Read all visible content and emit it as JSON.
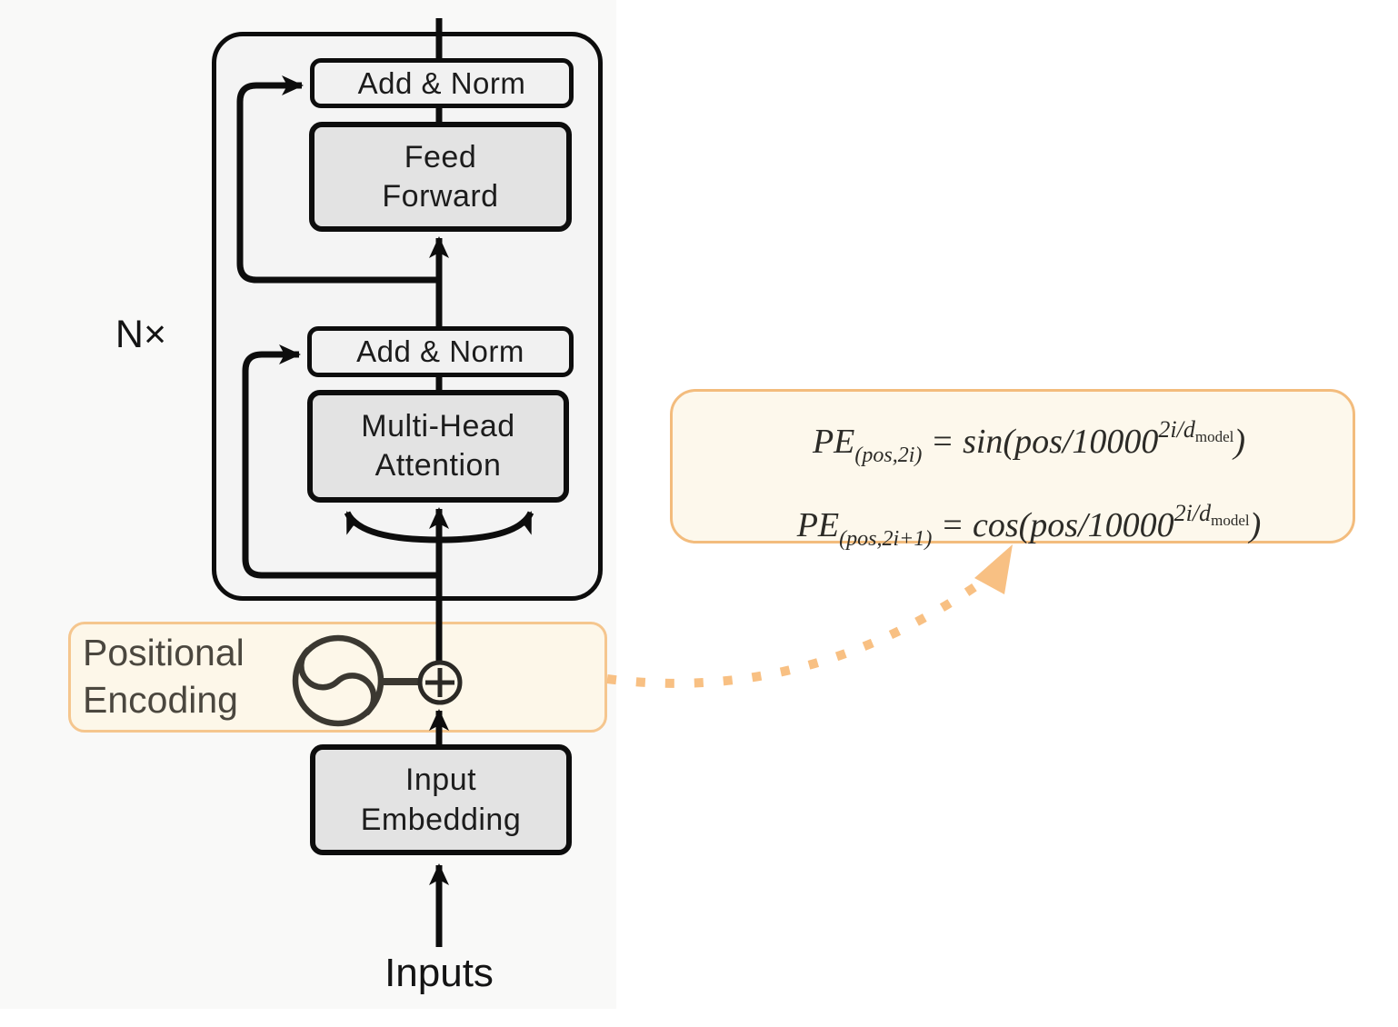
{
  "figure": {
    "repeat_label": "N×",
    "encoder": {
      "add_norm_top": "Add & Norm",
      "feed_forward": [
        "Feed",
        "Forward"
      ],
      "add_norm_bottom": "Add & Norm",
      "multi_head_attention": [
        "Multi-Head",
        "Attention"
      ]
    },
    "positional_encoding_label": [
      "Positional",
      "Encoding"
    ],
    "input_embedding": [
      "Input",
      "Embedding"
    ],
    "inputs_label": "Inputs",
    "icons": {
      "sine_icon": "sine-wave-oscillator",
      "plus_icon": "circled-plus-add"
    }
  },
  "callout": {
    "line1": {
      "lhs": "PE",
      "lhs_sub": "(pos,2i)",
      "rel": " = ",
      "fn": "sin",
      "arg": "(pos/10000",
      "sup": "2i/d",
      "sup_sub": "model",
      "close": ")"
    },
    "line2": {
      "lhs": "PE",
      "lhs_sub": "(pos,2i+1)",
      "rel": " = ",
      "fn": "cos",
      "arg": "(pos/10000",
      "sup": "2i/d",
      "sup_sub": "model",
      "close": ")"
    }
  },
  "colors": {
    "accent_border": "#F5C68E",
    "accent_fill": "#FDF7E9",
    "accent_arrow": "#F8C083",
    "diagram_stroke": "#0D0D0D",
    "box_fill_light": "#F1F1F1",
    "box_fill_gray": "#E3E3E3",
    "encoder_fill": "#F4F4F4",
    "figure_bg": "#F9F9F8",
    "posenc_text": "#4B473F"
  }
}
